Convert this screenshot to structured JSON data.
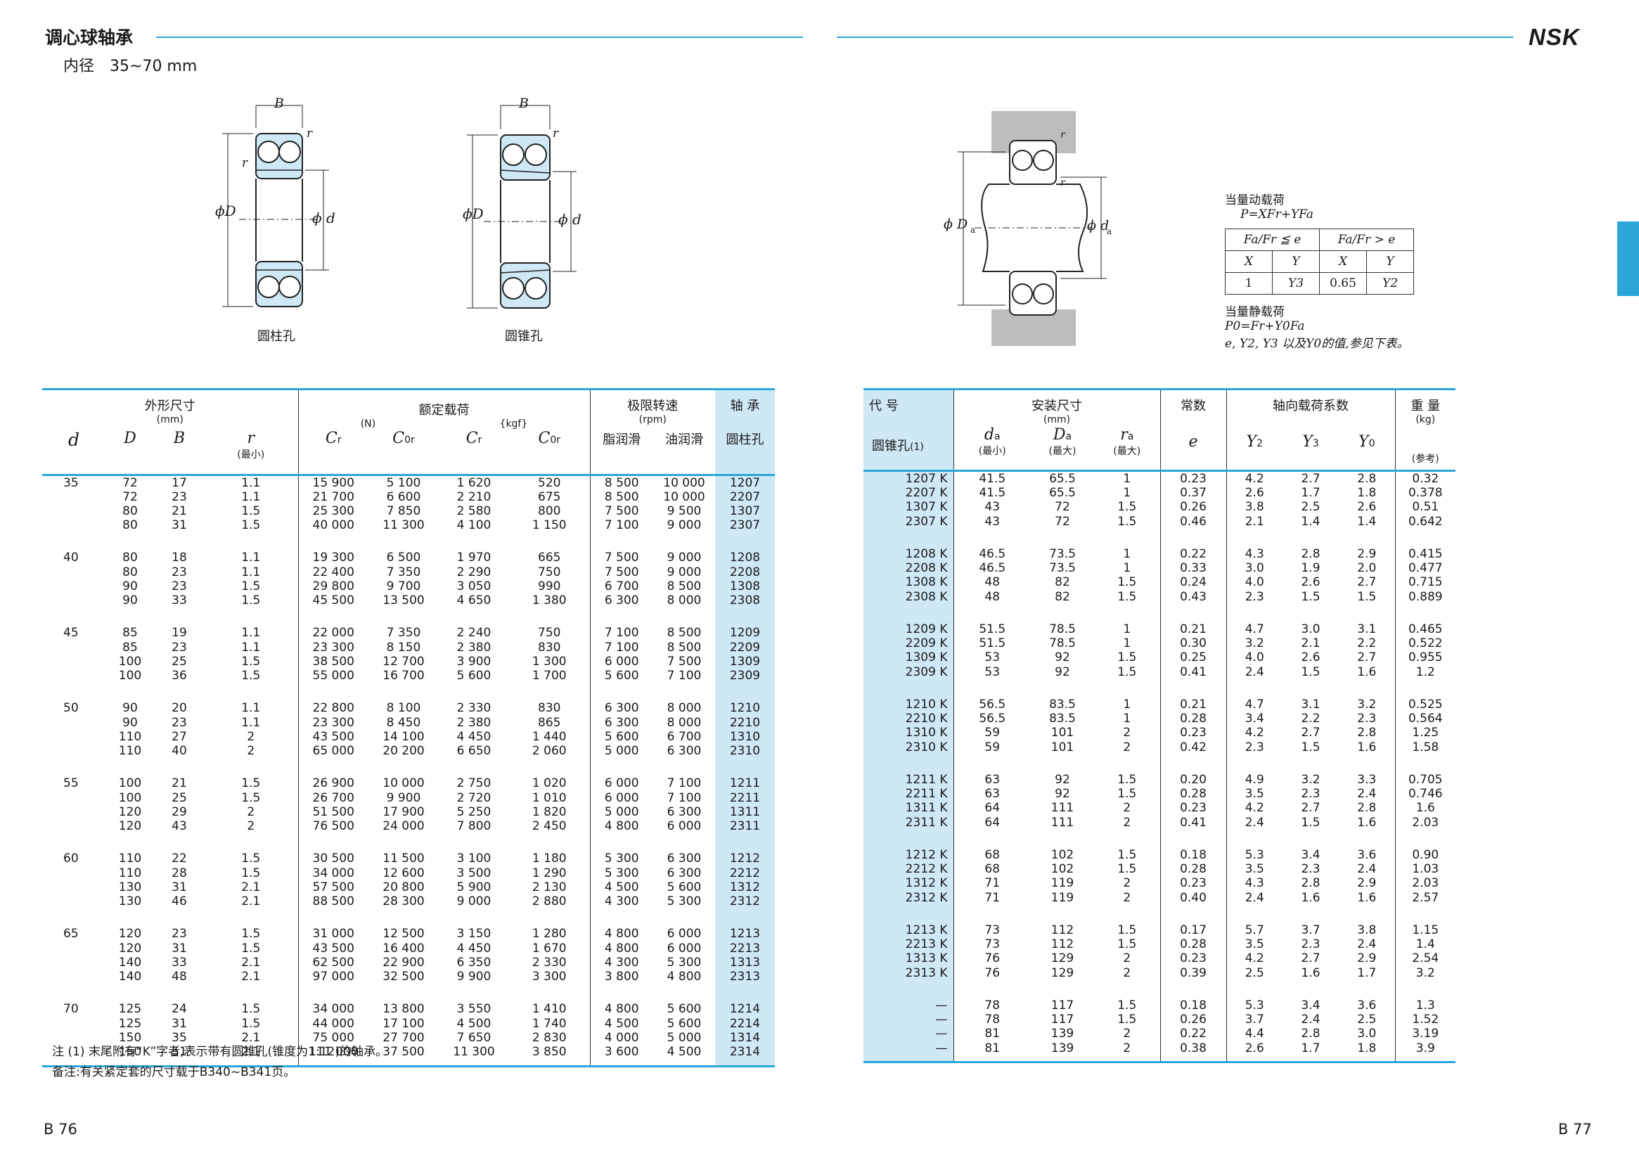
{
  "header": {
    "title": "调心球轴承",
    "bore_label": "内径",
    "bore_range": "35~70 mm",
    "brand": "NSK"
  },
  "figures": {
    "cylindrical_caption": "圆柱孔",
    "tapered_caption": "圆锥孔",
    "labels": {
      "B": "B",
      "r": "r",
      "phiD": "ϕD",
      "phid": "ϕ d",
      "phiDa": "ϕ D",
      "phida": "ϕ d",
      "ra": "r",
      "sub_a": "a"
    }
  },
  "formulas": {
    "dynamic_label": "当量动载荷",
    "dynamic_formula": "P=XFr+YFa",
    "cond1": "Fa/Fr ≦ e",
    "cond2": "Fa/Fr > e",
    "X": "X",
    "Y": "Y",
    "row": [
      "1",
      "Y3",
      "0.65",
      "Y2"
    ],
    "static_label": "当量静载荷",
    "static_formula": "P0=Fr+Y0Fa",
    "static_note": "e, Y2, Y3 以及Y0的值,参见下表。"
  },
  "left_table": {
    "head": {
      "outer_dims": "外形尺寸",
      "mm": "(mm)",
      "rated_loads": "额定载荷",
      "N": "(N)",
      "kgf": "{kgf}",
      "speed": "极限转速",
      "rpm": "(rpm)",
      "bearing": "轴 承",
      "d": "d",
      "D": "D",
      "B": "B",
      "r": "r",
      "min": "(最小)",
      "Cr1": "C",
      "Cor1": "C",
      "Cr2": "C",
      "Cor2": "C",
      "grease": "脂润滑",
      "oil": "油润滑",
      "cyl_bore": "圆柱孔"
    },
    "groups": [
      {
        "d": "35",
        "rows": [
          [
            "72",
            "17",
            "1.1",
            "15 900",
            "5 100",
            "1 620",
            "520",
            "8 500",
            "10 000",
            "1207"
          ],
          [
            "72",
            "23",
            "1.1",
            "21 700",
            "6 600",
            "2 210",
            "675",
            "8 500",
            "10 000",
            "2207"
          ],
          [
            "80",
            "21",
            "1.5",
            "25 300",
            "7 850",
            "2 580",
            "800",
            "7 500",
            "9 500",
            "1307"
          ],
          [
            "80",
            "31",
            "1.5",
            "40 000",
            "11 300",
            "4 100",
            "1 150",
            "7 100",
            "9 000",
            "2307"
          ]
        ]
      },
      {
        "d": "40",
        "rows": [
          [
            "80",
            "18",
            "1.1",
            "19 300",
            "6 500",
            "1 970",
            "665",
            "7 500",
            "9 000",
            "1208"
          ],
          [
            "80",
            "23",
            "1.1",
            "22 400",
            "7 350",
            "2 290",
            "750",
            "7 500",
            "9 000",
            "2208"
          ],
          [
            "90",
            "23",
            "1.5",
            "29 800",
            "9 700",
            "3 050",
            "990",
            "6 700",
            "8 500",
            "1308"
          ],
          [
            "90",
            "33",
            "1.5",
            "45 500",
            "13 500",
            "4 650",
            "1 380",
            "6 300",
            "8 000",
            "2308"
          ]
        ]
      },
      {
        "d": "45",
        "rows": [
          [
            "85",
            "19",
            "1.1",
            "22 000",
            "7 350",
            "2 240",
            "750",
            "7 100",
            "8 500",
            "1209"
          ],
          [
            "85",
            "23",
            "1.1",
            "23 300",
            "8 150",
            "2 380",
            "830",
            "7 100",
            "8 500",
            "2209"
          ],
          [
            "100",
            "25",
            "1.5",
            "38 500",
            "12 700",
            "3 900",
            "1 300",
            "6 000",
            "7 500",
            "1309"
          ],
          [
            "100",
            "36",
            "1.5",
            "55 000",
            "16 700",
            "5 600",
            "1 700",
            "5 600",
            "7 100",
            "2309"
          ]
        ]
      },
      {
        "d": "50",
        "rows": [
          [
            "90",
            "20",
            "1.1",
            "22 800",
            "8 100",
            "2 330",
            "830",
            "6 300",
            "8 000",
            "1210"
          ],
          [
            "90",
            "23",
            "1.1",
            "23 300",
            "8 450",
            "2 380",
            "865",
            "6 300",
            "8 000",
            "2210"
          ],
          [
            "110",
            "27",
            "2",
            "43 500",
            "14 100",
            "4 450",
            "1 440",
            "5 600",
            "6 700",
            "1310"
          ],
          [
            "110",
            "40",
            "2",
            "65 000",
            "20 200",
            "6 650",
            "2 060",
            "5 000",
            "6 300",
            "2310"
          ]
        ]
      },
      {
        "d": "55",
        "rows": [
          [
            "100",
            "21",
            "1.5",
            "26 900",
            "10 000",
            "2 750",
            "1 020",
            "6 000",
            "7 100",
            "1211"
          ],
          [
            "100",
            "25",
            "1.5",
            "26 700",
            "9 900",
            "2 720",
            "1 010",
            "6 000",
            "7 100",
            "2211"
          ],
          [
            "120",
            "29",
            "2",
            "51 500",
            "17 900",
            "5 250",
            "1 820",
            "5 000",
            "6 300",
            "1311"
          ],
          [
            "120",
            "43",
            "2",
            "76 500",
            "24 000",
            "7 800",
            "2 450",
            "4 800",
            "6 000",
            "2311"
          ]
        ]
      },
      {
        "d": "60",
        "rows": [
          [
            "110",
            "22",
            "1.5",
            "30 500",
            "11 500",
            "3 100",
            "1 180",
            "5 300",
            "6 300",
            "1212"
          ],
          [
            "110",
            "28",
            "1.5",
            "34 000",
            "12 600",
            "3 500",
            "1 290",
            "5 300",
            "6 300",
            "2212"
          ],
          [
            "130",
            "31",
            "2.1",
            "57 500",
            "20 800",
            "5 900",
            "2 130",
            "4 500",
            "5 600",
            "1312"
          ],
          [
            "130",
            "46",
            "2.1",
            "88 500",
            "28 300",
            "9 000",
            "2 880",
            "4 300",
            "5 300",
            "2312"
          ]
        ]
      },
      {
        "d": "65",
        "rows": [
          [
            "120",
            "23",
            "1.5",
            "31 000",
            "12 500",
            "3 150",
            "1 280",
            "4 800",
            "6 000",
            "1213"
          ],
          [
            "120",
            "31",
            "1.5",
            "43 500",
            "16 400",
            "4 450",
            "1 670",
            "4 800",
            "6 000",
            "2213"
          ],
          [
            "140",
            "33",
            "2.1",
            "62 500",
            "22 900",
            "6 350",
            "2 330",
            "4 300",
            "5 300",
            "1313"
          ],
          [
            "140",
            "48",
            "2.1",
            "97 000",
            "32 500",
            "9 900",
            "3 300",
            "3 800",
            "4 800",
            "2313"
          ]
        ]
      },
      {
        "d": "70",
        "rows": [
          [
            "125",
            "24",
            "1.5",
            "34 000",
            "13 800",
            "3 550",
            "1 410",
            "4 800",
            "5 600",
            "1214"
          ],
          [
            "125",
            "31",
            "1.5",
            "44 000",
            "17 100",
            "4 500",
            "1 740",
            "4 500",
            "5 600",
            "2214"
          ],
          [
            "150",
            "35",
            "2.1",
            "75 000",
            "27 700",
            "7 650",
            "2 830",
            "4 000",
            "5 000",
            "1314"
          ],
          [
            "150",
            "51",
            "2.1",
            "111 000",
            "37 500",
            "11 300",
            "3 850",
            "3 600",
            "4 500",
            "2314"
          ]
        ]
      }
    ]
  },
  "right_table": {
    "head": {
      "code": "代 号",
      "taper_bore": "圆锥孔",
      "note_ref": "(1)",
      "mount_dims": "安装尺寸",
      "mm": "(mm)",
      "const": "常数",
      "axial": "轴向载荷系数",
      "weight": "重 量",
      "kg": "(kg)",
      "ref": "(参考)",
      "da": "d",
      "Da": "D",
      "ra": "r",
      "sub_a": "a",
      "min": "(最小)",
      "max1": "(最大)",
      "max2": "(最大)",
      "e": "e",
      "Y2": "Y",
      "Y3": "Y",
      "Y0": "Y"
    },
    "groups": [
      [
        [
          "1207 K",
          "41.5",
          "65.5",
          "1",
          "0.23",
          "4.2",
          "2.7",
          "2.8",
          "0.32"
        ],
        [
          "2207 K",
          "41.5",
          "65.5",
          "1",
          "0.37",
          "2.6",
          "1.7",
          "1.8",
          "0.378"
        ],
        [
          "1307 K",
          "43",
          "72",
          "1.5",
          "0.26",
          "3.8",
          "2.5",
          "2.6",
          "0.51"
        ],
        [
          "2307 K",
          "43",
          "72",
          "1.5",
          "0.46",
          "2.1",
          "1.4",
          "1.4",
          "0.642"
        ]
      ],
      [
        [
          "1208 K",
          "46.5",
          "73.5",
          "1",
          "0.22",
          "4.3",
          "2.8",
          "2.9",
          "0.415"
        ],
        [
          "2208 K",
          "46.5",
          "73.5",
          "1",
          "0.33",
          "3.0",
          "1.9",
          "2.0",
          "0.477"
        ],
        [
          "1308 K",
          "48",
          "82",
          "1.5",
          "0.24",
          "4.0",
          "2.6",
          "2.7",
          "0.715"
        ],
        [
          "2308 K",
          "48",
          "82",
          "1.5",
          "0.43",
          "2.3",
          "1.5",
          "1.5",
          "0.889"
        ]
      ],
      [
        [
          "1209 K",
          "51.5",
          "78.5",
          "1",
          "0.21",
          "4.7",
          "3.0",
          "3.1",
          "0.465"
        ],
        [
          "2209 K",
          "51.5",
          "78.5",
          "1",
          "0.30",
          "3.2",
          "2.1",
          "2.2",
          "0.522"
        ],
        [
          "1309 K",
          "53",
          "92",
          "1.5",
          "0.25",
          "4.0",
          "2.6",
          "2.7",
          "0.955"
        ],
        [
          "2309 K",
          "53",
          "92",
          "1.5",
          "0.41",
          "2.4",
          "1.5",
          "1.6",
          "1.2"
        ]
      ],
      [
        [
          "1210 K",
          "56.5",
          "83.5",
          "1",
          "0.21",
          "4.7",
          "3.1",
          "3.2",
          "0.525"
        ],
        [
          "2210 K",
          "56.5",
          "83.5",
          "1",
          "0.28",
          "3.4",
          "2.2",
          "2.3",
          "0.564"
        ],
        [
          "1310 K",
          "59",
          "101",
          "2",
          "0.23",
          "4.2",
          "2.7",
          "2.8",
          "1.25"
        ],
        [
          "2310 K",
          "59",
          "101",
          "2",
          "0.42",
          "2.3",
          "1.5",
          "1.6",
          "1.58"
        ]
      ],
      [
        [
          "1211 K",
          "63",
          "92",
          "1.5",
          "0.20",
          "4.9",
          "3.2",
          "3.3",
          "0.705"
        ],
        [
          "2211 K",
          "63",
          "92",
          "1.5",
          "0.28",
          "3.5",
          "2.3",
          "2.4",
          "0.746"
        ],
        [
          "1311 K",
          "64",
          "111",
          "2",
          "0.23",
          "4.2",
          "2.7",
          "2.8",
          "1.6"
        ],
        [
          "2311 K",
          "64",
          "111",
          "2",
          "0.41",
          "2.4",
          "1.5",
          "1.6",
          "2.03"
        ]
      ],
      [
        [
          "1212 K",
          "68",
          "102",
          "1.5",
          "0.18",
          "5.3",
          "3.4",
          "3.6",
          "0.90"
        ],
        [
          "2212 K",
          "68",
          "102",
          "1.5",
          "0.28",
          "3.5",
          "2.3",
          "2.4",
          "1.03"
        ],
        [
          "1312 K",
          "71",
          "119",
          "2",
          "0.23",
          "4.3",
          "2.8",
          "2.9",
          "2.03"
        ],
        [
          "2312 K",
          "71",
          "119",
          "2",
          "0.40",
          "2.4",
          "1.6",
          "1.6",
          "2.57"
        ]
      ],
      [
        [
          "1213 K",
          "73",
          "112",
          "1.5",
          "0.17",
          "5.7",
          "3.7",
          "3.8",
          "1.15"
        ],
        [
          "2213 K",
          "73",
          "112",
          "1.5",
          "0.28",
          "3.5",
          "2.3",
          "2.4",
          "1.4"
        ],
        [
          "1313 K",
          "76",
          "129",
          "2",
          "0.23",
          "4.2",
          "2.7",
          "2.9",
          "2.54"
        ],
        [
          "2313 K",
          "76",
          "129",
          "2",
          "0.39",
          "2.5",
          "1.6",
          "1.7",
          "3.2"
        ]
      ],
      [
        [
          "—",
          "78",
          "117",
          "1.5",
          "0.18",
          "5.3",
          "3.4",
          "3.6",
          "1.3"
        ],
        [
          "—",
          "78",
          "117",
          "1.5",
          "0.26",
          "3.7",
          "2.4",
          "2.5",
          "1.52"
        ],
        [
          "—",
          "81",
          "139",
          "2",
          "0.22",
          "4.4",
          "2.8",
          "3.0",
          "3.19"
        ],
        [
          "—",
          "81",
          "139",
          "2",
          "0.38",
          "2.6",
          "1.7",
          "1.8",
          "3.9"
        ]
      ]
    ]
  },
  "notes": {
    "note1": "注 (1) 末尾附有“K”字者,表示带有圆锥孔(锥度为1:12)的轴承。",
    "note2": "备注:有关紧定套的尺寸载于B340~B341页。"
  },
  "pages": {
    "left": "B 76",
    "right": "B 77"
  }
}
